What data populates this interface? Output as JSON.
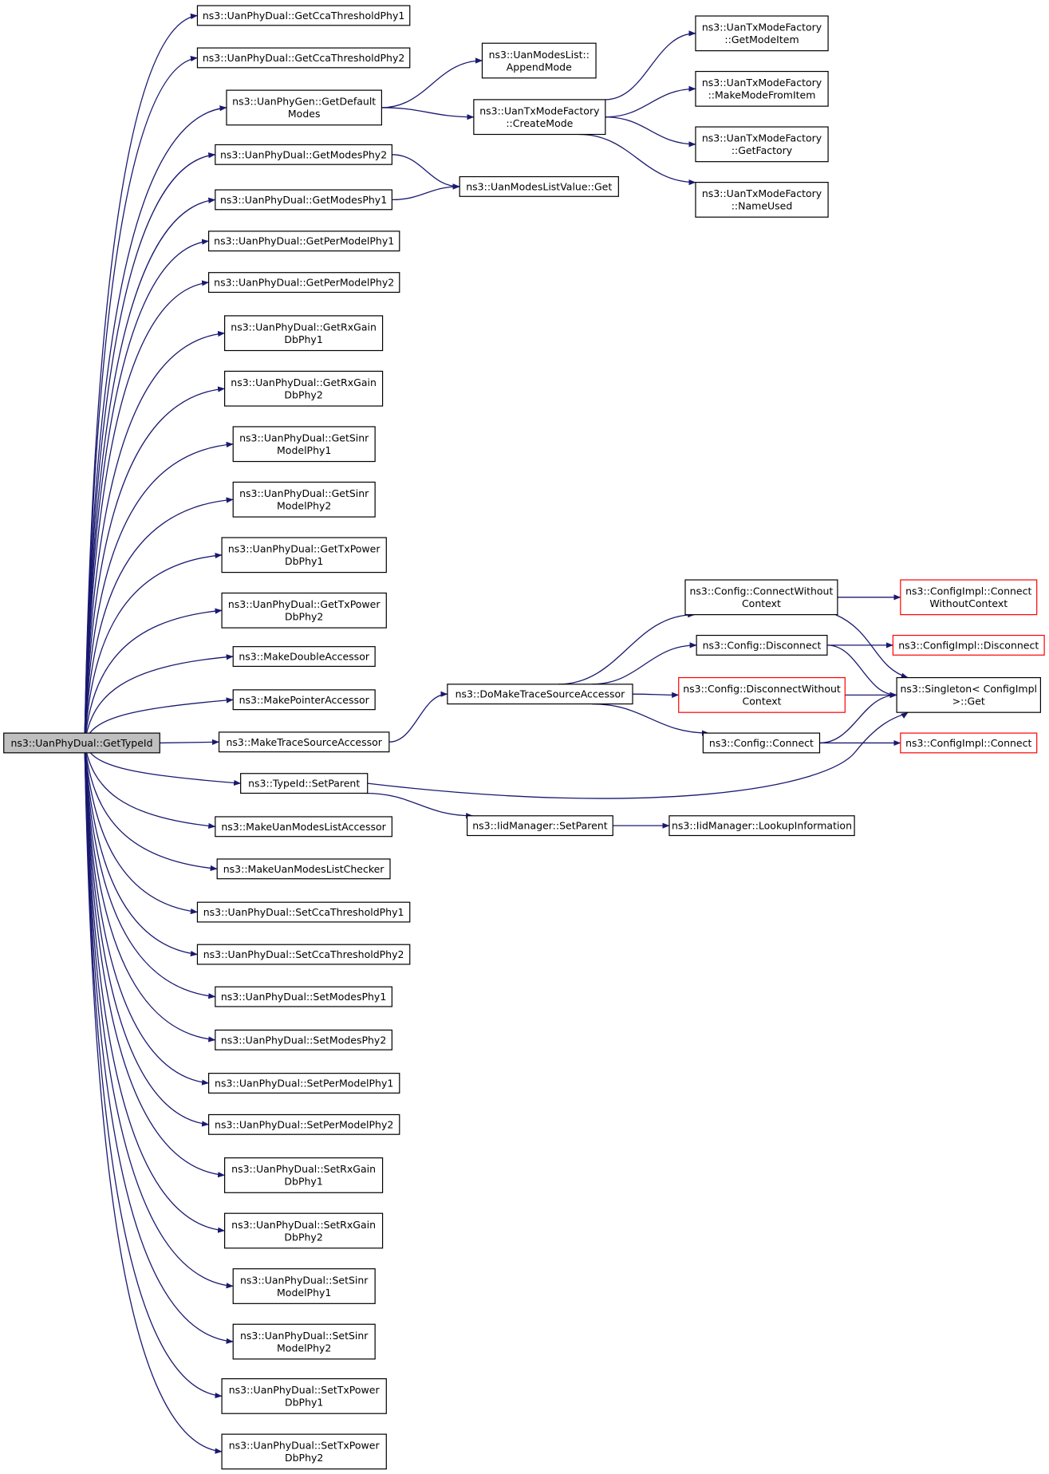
{
  "colors": {
    "edge": "#191970",
    "box_border": "#000000",
    "box_border_truncated": "#ff0000",
    "root_fill": "#bfbfbf",
    "box_fill": "#ffffff"
  },
  "nodes": [
    {
      "id": "root",
      "lines": [
        "ns3::UanPhyDual::GetTypeId"
      ],
      "root": true
    },
    {
      "id": "n_getcca1",
      "lines": [
        "ns3::UanPhyDual::GetCcaThresholdPhy1"
      ]
    },
    {
      "id": "n_getcca2",
      "lines": [
        "ns3::UanPhyDual::GetCcaThresholdPhy2"
      ]
    },
    {
      "id": "n_getdefmodes",
      "lines": [
        "ns3::UanPhyGen::GetDefault",
        "Modes"
      ]
    },
    {
      "id": "n_getmodes2",
      "lines": [
        "ns3::UanPhyDual::GetModesPhy2"
      ]
    },
    {
      "id": "n_getmodes1",
      "lines": [
        "ns3::UanPhyDual::GetModesPhy1"
      ]
    },
    {
      "id": "n_getper1",
      "lines": [
        "ns3::UanPhyDual::GetPerModelPhy1"
      ]
    },
    {
      "id": "n_getper2",
      "lines": [
        "ns3::UanPhyDual::GetPerModelPhy2"
      ]
    },
    {
      "id": "n_getrxgain1",
      "lines": [
        "ns3::UanPhyDual::GetRxGain",
        "DbPhy1"
      ]
    },
    {
      "id": "n_getrxgain2",
      "lines": [
        "ns3::UanPhyDual::GetRxGain",
        "DbPhy2"
      ]
    },
    {
      "id": "n_getsinr1",
      "lines": [
        "ns3::UanPhyDual::GetSinr",
        "ModelPhy1"
      ]
    },
    {
      "id": "n_getsinr2",
      "lines": [
        "ns3::UanPhyDual::GetSinr",
        "ModelPhy2"
      ]
    },
    {
      "id": "n_gettxpower1",
      "lines": [
        "ns3::UanPhyDual::GetTxPower",
        "DbPhy1"
      ]
    },
    {
      "id": "n_gettxpower2",
      "lines": [
        "ns3::UanPhyDual::GetTxPower",
        "DbPhy2"
      ]
    },
    {
      "id": "n_makedouble",
      "lines": [
        "ns3::MakeDoubleAccessor"
      ]
    },
    {
      "id": "n_makepointer",
      "lines": [
        "ns3::MakePointerAccessor"
      ]
    },
    {
      "id": "n_maketrace",
      "lines": [
        "ns3::MakeTraceSourceAccessor"
      ]
    },
    {
      "id": "n_typeidsetparent",
      "lines": [
        "ns3::TypeId::SetParent"
      ]
    },
    {
      "id": "n_makeuanacc",
      "lines": [
        "ns3::MakeUanModesListAccessor"
      ]
    },
    {
      "id": "n_makeuanchk",
      "lines": [
        "ns3::MakeUanModesListChecker"
      ]
    },
    {
      "id": "n_setcca1",
      "lines": [
        "ns3::UanPhyDual::SetCcaThresholdPhy1"
      ]
    },
    {
      "id": "n_setcca2",
      "lines": [
        "ns3::UanPhyDual::SetCcaThresholdPhy2"
      ]
    },
    {
      "id": "n_setmodes1",
      "lines": [
        "ns3::UanPhyDual::SetModesPhy1"
      ]
    },
    {
      "id": "n_setmodes2",
      "lines": [
        "ns3::UanPhyDual::SetModesPhy2"
      ]
    },
    {
      "id": "n_setper1",
      "lines": [
        "ns3::UanPhyDual::SetPerModelPhy1"
      ]
    },
    {
      "id": "n_setper2",
      "lines": [
        "ns3::UanPhyDual::SetPerModelPhy2"
      ]
    },
    {
      "id": "n_setrxgain1",
      "lines": [
        "ns3::UanPhyDual::SetRxGain",
        "DbPhy1"
      ]
    },
    {
      "id": "n_setrxgain2",
      "lines": [
        "ns3::UanPhyDual::SetRxGain",
        "DbPhy2"
      ]
    },
    {
      "id": "n_setsinr1",
      "lines": [
        "ns3::UanPhyDual::SetSinr",
        "ModelPhy1"
      ]
    },
    {
      "id": "n_setsinr2",
      "lines": [
        "ns3::UanPhyDual::SetSinr",
        "ModelPhy2"
      ]
    },
    {
      "id": "n_settxpower1",
      "lines": [
        "ns3::UanPhyDual::SetTxPower",
        "DbPhy1"
      ]
    },
    {
      "id": "n_settxpower2",
      "lines": [
        "ns3::UanPhyDual::SetTxPower",
        "DbPhy2"
      ]
    },
    {
      "id": "n_appendmode",
      "lines": [
        "ns3::UanModesList::",
        "AppendMode"
      ]
    },
    {
      "id": "n_createmode",
      "lines": [
        "ns3::UanTxModeFactory",
        "::CreateMode"
      ]
    },
    {
      "id": "n_modeslistget",
      "lines": [
        "ns3::UanModesListValue::Get"
      ]
    },
    {
      "id": "n_getmodeitem",
      "lines": [
        "ns3::UanTxModeFactory",
        "::GetModeItem"
      ]
    },
    {
      "id": "n_makemodefromitem",
      "lines": [
        "ns3::UanTxModeFactory",
        "::MakeModeFromItem"
      ]
    },
    {
      "id": "n_getfactory",
      "lines": [
        "ns3::UanTxModeFactory",
        "::GetFactory"
      ]
    },
    {
      "id": "n_nameused",
      "lines": [
        "ns3::UanTxModeFactory",
        "::NameUsed"
      ]
    },
    {
      "id": "n_domaketrace",
      "lines": [
        "ns3::DoMakeTraceSourceAccessor"
      ]
    },
    {
      "id": "n_connectwithout",
      "lines": [
        "ns3::Config::ConnectWithout",
        "Context"
      ]
    },
    {
      "id": "n_disconnect",
      "lines": [
        "ns3::Config::Disconnect"
      ]
    },
    {
      "id": "n_disconnectwithout",
      "lines": [
        "ns3::Config::DisconnectWithout",
        "Context"
      ],
      "truncated": true
    },
    {
      "id": "n_connect",
      "lines": [
        "ns3::Config::Connect"
      ]
    },
    {
      "id": "n_iidsetparent",
      "lines": [
        "ns3::IidManager::SetParent"
      ]
    },
    {
      "id": "n_lookupinfo",
      "lines": [
        "ns3::IidManager::LookupInformation"
      ]
    },
    {
      "id": "n_implconnectwithout",
      "lines": [
        "ns3::ConfigImpl::Connect",
        "WithoutContext"
      ],
      "truncated": true
    },
    {
      "id": "n_impldisconnect",
      "lines": [
        "ns3::ConfigImpl::Disconnect"
      ],
      "truncated": true
    },
    {
      "id": "n_singletonget",
      "lines": [
        "ns3::Singleton< ConfigImpl",
        " >::Get"
      ]
    },
    {
      "id": "n_implconnect",
      "lines": [
        "ns3::ConfigImpl::Connect"
      ],
      "truncated": true
    }
  ],
  "edges": [
    [
      "root",
      "n_getcca1"
    ],
    [
      "root",
      "n_getcca2"
    ],
    [
      "root",
      "n_getdefmodes"
    ],
    [
      "root",
      "n_getmodes2"
    ],
    [
      "root",
      "n_getmodes1"
    ],
    [
      "root",
      "n_getper1"
    ],
    [
      "root",
      "n_getper2"
    ],
    [
      "root",
      "n_getrxgain1"
    ],
    [
      "root",
      "n_getrxgain2"
    ],
    [
      "root",
      "n_getsinr1"
    ],
    [
      "root",
      "n_getsinr2"
    ],
    [
      "root",
      "n_gettxpower1"
    ],
    [
      "root",
      "n_gettxpower2"
    ],
    [
      "root",
      "n_makedouble"
    ],
    [
      "root",
      "n_makepointer"
    ],
    [
      "root",
      "n_maketrace"
    ],
    [
      "root",
      "n_typeidsetparent"
    ],
    [
      "root",
      "n_makeuanacc"
    ],
    [
      "root",
      "n_makeuanchk"
    ],
    [
      "root",
      "n_setcca1"
    ],
    [
      "root",
      "n_setcca2"
    ],
    [
      "root",
      "n_setmodes1"
    ],
    [
      "root",
      "n_setmodes2"
    ],
    [
      "root",
      "n_setper1"
    ],
    [
      "root",
      "n_setper2"
    ],
    [
      "root",
      "n_setrxgain1"
    ],
    [
      "root",
      "n_setrxgain2"
    ],
    [
      "root",
      "n_setsinr1"
    ],
    [
      "root",
      "n_setsinr2"
    ],
    [
      "root",
      "n_settxpower1"
    ],
    [
      "root",
      "n_settxpower2"
    ],
    [
      "n_getdefmodes",
      "n_appendmode"
    ],
    [
      "n_getdefmodes",
      "n_createmode"
    ],
    [
      "n_createmode",
      "n_getmodeitem"
    ],
    [
      "n_createmode",
      "n_makemodefromitem"
    ],
    [
      "n_createmode",
      "n_getfactory"
    ],
    [
      "n_createmode",
      "n_nameused"
    ],
    [
      "n_getmodes2",
      "n_modeslistget"
    ],
    [
      "n_getmodes1",
      "n_modeslistget"
    ],
    [
      "n_maketrace",
      "n_domaketrace"
    ],
    [
      "n_domaketrace",
      "n_connectwithout"
    ],
    [
      "n_domaketrace",
      "n_disconnect"
    ],
    [
      "n_domaketrace",
      "n_disconnectwithout"
    ],
    [
      "n_domaketrace",
      "n_connect"
    ],
    [
      "n_connectwithout",
      "n_implconnectwithout"
    ],
    [
      "n_connectwithout",
      "n_singletonget"
    ],
    [
      "n_disconnect",
      "n_impldisconnect"
    ],
    [
      "n_disconnect",
      "n_singletonget"
    ],
    [
      "n_disconnectwithout",
      "n_singletonget"
    ],
    [
      "n_connect",
      "n_singletonget"
    ],
    [
      "n_connect",
      "n_implconnect"
    ],
    [
      "n_typeidsetparent",
      "n_singletonget"
    ],
    [
      "n_typeidsetparent",
      "n_iidsetparent"
    ],
    [
      "n_iidsetparent",
      "n_lookupinfo"
    ]
  ]
}
